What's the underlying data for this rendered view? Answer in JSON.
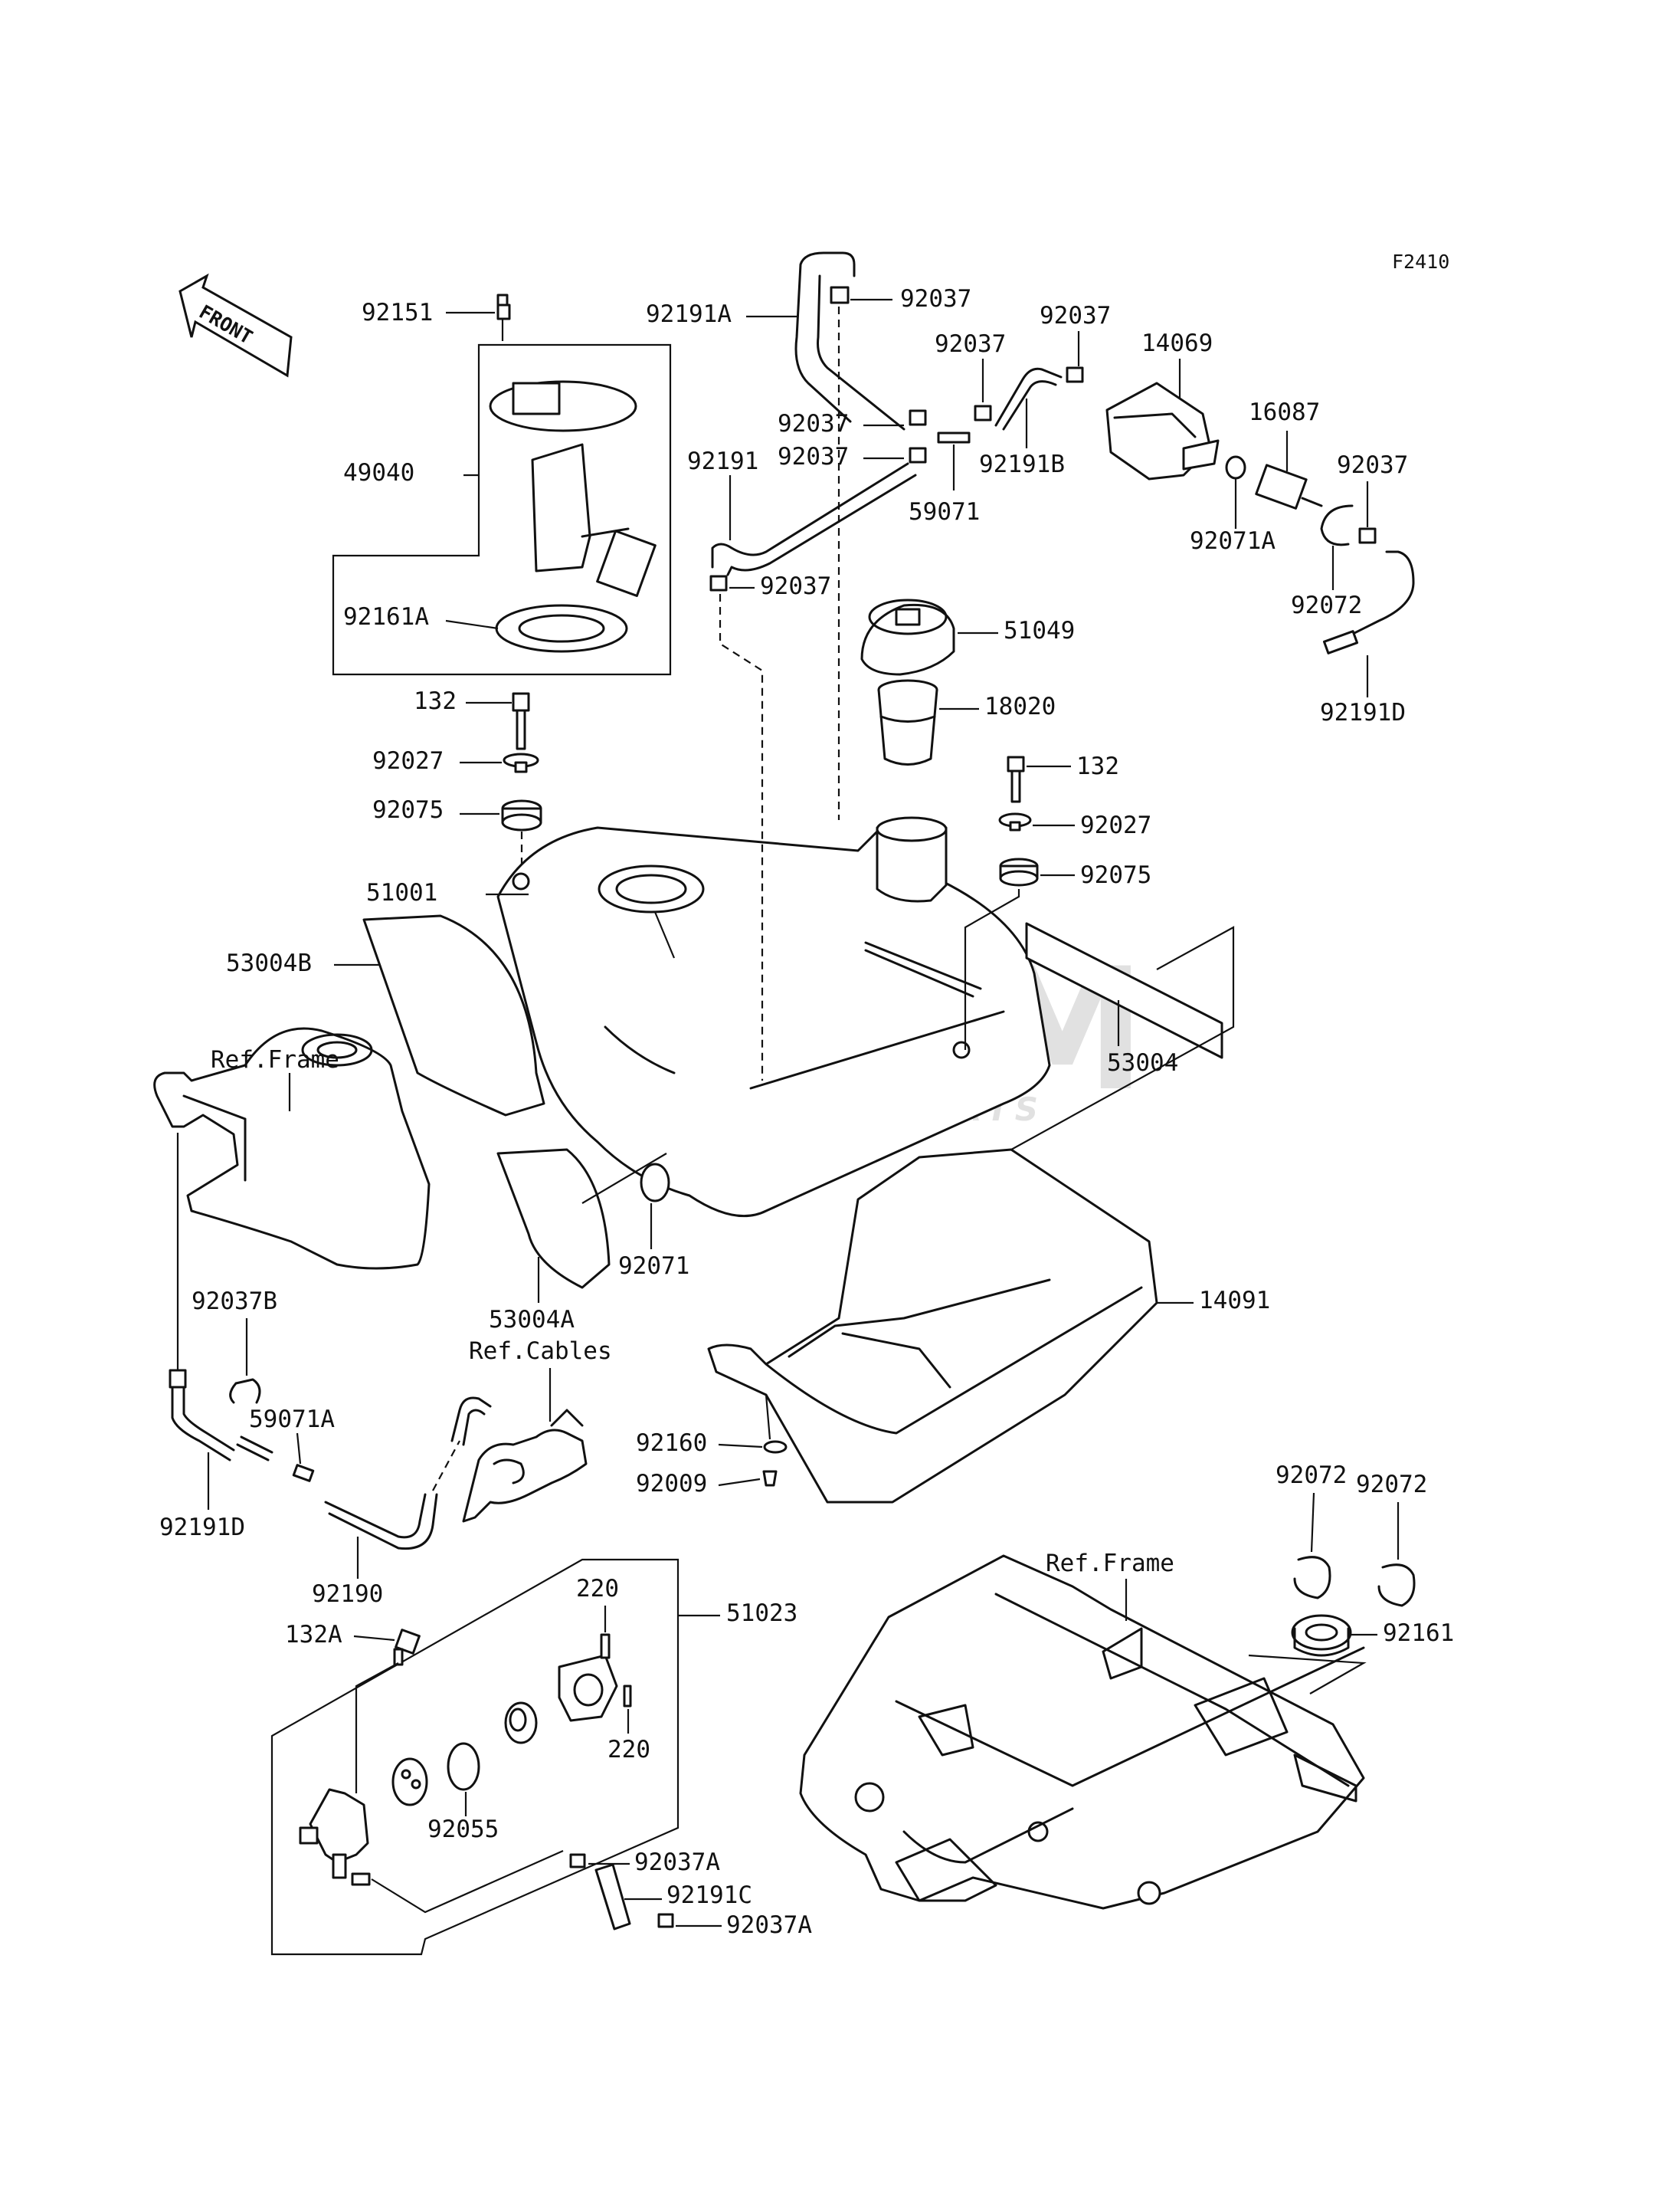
{
  "diagram": {
    "code": "F2410",
    "front_label": "FRONT",
    "watermark": {
      "brand": "OEM",
      "sub": "MOTORPARTS"
    },
    "ref_labels": {
      "frame_left": "Ref.Frame",
      "cables": "Ref.Cables",
      "frame_right": "Ref.Frame"
    },
    "parts": {
      "p92151": "92151",
      "p49040": "49040",
      "p92161A": "92161A",
      "p132_left": "132",
      "p92027_left": "92027",
      "p92075_left": "92075",
      "p51001": "51001",
      "p53004B": "53004B",
      "p92191A": "92191A",
      "p92037_a": "92037",
      "p92037_b": "92037",
      "p92037_c": "92037",
      "p92037_d": "92037",
      "p92037_e": "92037",
      "p92037_f": "92037",
      "p92037_g": "92037",
      "p14069": "14069",
      "p16087": "16087",
      "p92191": "92191",
      "p59071": "59071",
      "p92191B": "92191B",
      "p92071A": "92071A",
      "p92072_right": "92072",
      "p92191D_right": "92191D",
      "p51049": "51049",
      "p18020": "18020",
      "p132_right": "132",
      "p92027_right": "92027",
      "p92075_right": "92075",
      "p53004": "53004",
      "p92071": "92071",
      "p53004A": "53004A",
      "p14091": "14091",
      "p92037B": "92037B",
      "p59071A": "59071A",
      "p92191D_left": "92191D",
      "p92190": "92190",
      "p92160": "92160",
      "p92009": "92009",
      "p132A": "132A",
      "p220_a": "220",
      "p220_b": "220",
      "p51023": "51023",
      "p92055": "92055",
      "p92037A_a": "92037A",
      "p92191C": "92191C",
      "p92037A_b": "92037A",
      "p92072_a": "92072",
      "p92072_b": "92072",
      "p92161": "92161"
    }
  }
}
